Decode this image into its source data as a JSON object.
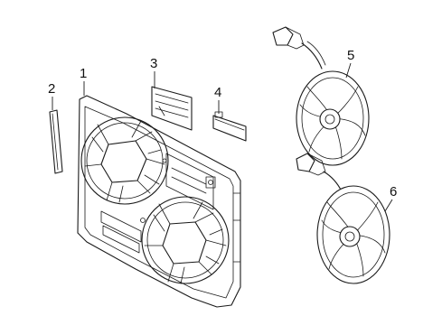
{
  "callouts": [
    {
      "id": "1",
      "part": "fan-shroud"
    },
    {
      "id": "2",
      "part": "seal-strip"
    },
    {
      "id": "3",
      "part": "air-deflector"
    },
    {
      "id": "4",
      "part": "bracket"
    },
    {
      "id": "5",
      "part": "fan-motor-upper"
    },
    {
      "id": "6",
      "part": "fan-motor-lower"
    }
  ],
  "colors": {
    "line": "#1a1a1a",
    "background": "#ffffff"
  }
}
